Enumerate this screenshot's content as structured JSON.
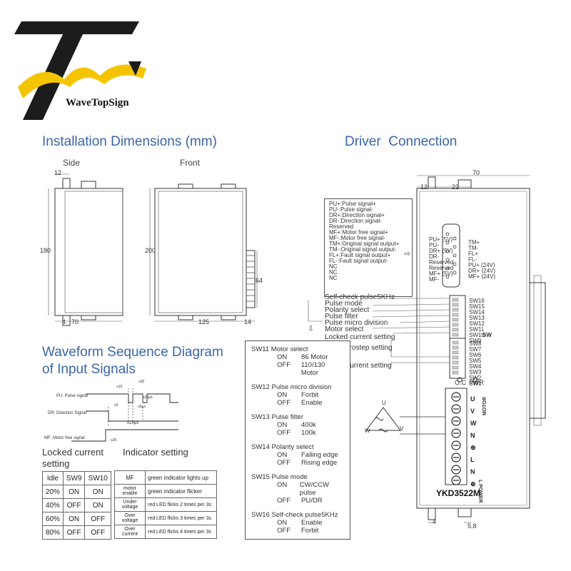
{
  "brand": {
    "name": "WaveTopSign",
    "accent": "#f5c400",
    "dark": "#1c1c1c"
  },
  "sections": {
    "install": "Installation Dimensions (mm)",
    "driver": "Driver  Connection",
    "waveform_line1": "Waveform Sequence Diagram",
    "waveform_line2": "of Input Signals",
    "locked_line1": "Locked current",
    "locked_line2": "setting",
    "indicator": "Indicator setting"
  },
  "side": {
    "label": "Side",
    "dim_top": "12",
    "dim_height": "180",
    "dim_bottom_a": "4",
    "dim_bottom_b": "70"
  },
  "front": {
    "label": "Front",
    "dim_height": "200",
    "dim_conn": "64",
    "dim_width": "125",
    "dim_right": "14"
  },
  "driver_dims": {
    "width": "70",
    "a": "12",
    "b": "22",
    "bottom_a": "4",
    "bottom_b": "5.8"
  },
  "connector_signals": [
    "PU+:Pulse signal+",
    "PU-:Pulse signal-",
    "DR+:Direction signal+",
    "DR-:Direction signal-",
    "Reserved",
    "MF+:Motor free signal+",
    "MF-:Motor free signal-",
    "TM+:Original signal output+",
    "TM-:Original signal output-",
    "FL+:Fault signal output+",
    "FL-:Fault signal output-",
    "NC",
    "NC",
    "NC"
  ],
  "db_left_pins": [
    "PU+ (5V)",
    "PU-",
    "DR+ (5V)",
    "DR-",
    "Reserved",
    "Reserved",
    "MF+ (5V)",
    "MF-"
  ],
  "db_right_pins": [
    "TM+",
    "TM-",
    "FL+",
    "FL-",
    "PU+ (24V)",
    "DR+ (24V)",
    "MF+ (24V)"
  ],
  "switch_labels_upper": [
    "SW16",
    "SW15",
    "SW14",
    "SW13",
    "SW12",
    "SW11",
    "SW10",
    "SW9"
  ],
  "switch_labels_lower": [
    "SW8",
    "SW7",
    "SW6",
    "SW5",
    "SW4",
    "SW3",
    "SW2",
    "SW1"
  ],
  "sw_label": "SW",
  "switch_callouts": [
    "Self-check pulse5KHz",
    "Pulse mode",
    "Polarity select",
    "Pulse filter",
    "Pulse micro division",
    "Motor select",
    "Locked current setting"
  ],
  "microstep_label": "Microstep setting",
  "current_label": "Current setting",
  "led": {
    "oc": "O.C",
    "pwr": "PWR"
  },
  "terminals": {
    "u": "U",
    "v": "V",
    "w": "W",
    "n": "N",
    "gnd": "⊕",
    "l": "L",
    "n2": "N",
    "gnd2": "⊕",
    "motor": "MOTOR",
    "power": "L POWER"
  },
  "motor_coil": {
    "u": "U",
    "v": "V",
    "w": "W"
  },
  "model": "YKD3522M",
  "waveform": {
    "pu": "PU: Pulse signal",
    "dr": "DR: Direction Signal",
    "mf": "MF: Motor free signal",
    "t1": "≥10",
    "t2": "≤30",
    "t3": "≥25μs",
    "t4": "≥5",
    "t5": "≥5μs",
    "t6": "≥25μs",
    "t7": "≥25"
  },
  "sw_settings": [
    {
      "head": "SW11  Motor select",
      "rows": [
        [
          "ON",
          "86 Motor"
        ],
        [
          "OFF",
          "110/130 Motor"
        ]
      ]
    },
    {
      "head": "SW12  Pulse micro division",
      "rows": [
        [
          "ON",
          "Forbit"
        ],
        [
          "OFF",
          "Enable"
        ]
      ]
    },
    {
      "head": "SW13  Pulse filter",
      "rows": [
        [
          "ON",
          "400k"
        ],
        [
          "OFF",
          "100k"
        ]
      ]
    },
    {
      "head": "SW14  Polarity select",
      "rows": [
        [
          "ON",
          "Falling edge"
        ],
        [
          "OFF",
          "Rising edge"
        ]
      ]
    },
    {
      "head": "SW15  Pulse mode",
      "rows": [
        [
          "ON",
          "CW/CCW pulse"
        ],
        [
          "OFF",
          "PU/DR"
        ]
      ]
    },
    {
      "head": "SW16  Self-check pulse5KHz",
      "rows": [
        [
          "ON",
          "Enable"
        ],
        [
          "OFF",
          "Forbit"
        ]
      ]
    }
  ],
  "locked_table": {
    "header": [
      "Idle",
      "SW9",
      "SW10"
    ],
    "rows": [
      [
        "20%",
        "ON",
        "ON"
      ],
      [
        "40%",
        "OFF",
        "ON"
      ],
      [
        "60%",
        "ON",
        "OFF"
      ],
      [
        "80%",
        "OFF",
        "OFF"
      ]
    ]
  },
  "indicator_table": {
    "rows": [
      [
        "MF",
        "green indicator lights up"
      ],
      [
        "motor enable",
        "green indicator flicker"
      ],
      [
        "Under voltage",
        "red LED flicks 2 times per 3s"
      ],
      [
        "Over voltage",
        "red LED flicks 3 times per 3s"
      ],
      [
        "Over current",
        "red LED flicks 4 times per 3s"
      ]
    ]
  }
}
